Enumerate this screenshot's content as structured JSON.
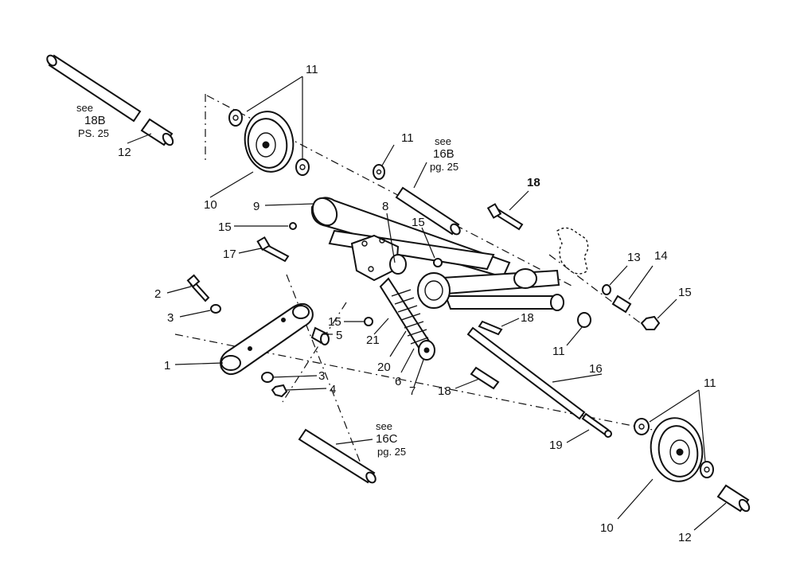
{
  "callouts": {
    "c1": "1",
    "c2": "2",
    "c3a": "3",
    "c3b": "3",
    "c4": "4",
    "c5": "5",
    "c6": "6",
    "c7": "7",
    "c8": "8",
    "c9": "9",
    "c10a": "10",
    "c10b": "10",
    "c11a": "11",
    "c11b": "11",
    "c11c": "11",
    "c11d": "11",
    "c12a": "12",
    "c12b": "12",
    "c13": "13",
    "c14": "14",
    "c15a": "15",
    "c15b": "15",
    "c15c": "15",
    "c15d": "15",
    "c16": "16",
    "c17": "17",
    "c18a": "18",
    "c18b": "18",
    "c18c": "18",
    "c19": "19",
    "c20": "20",
    "c21": "21"
  },
  "references": {
    "ref_18b": {
      "see": "see",
      "part": "18B",
      "page": "PS. 25"
    },
    "ref_16b": {
      "see": "see",
      "part": "16B",
      "page": "pg. 25"
    },
    "ref_16c": {
      "see": "see",
      "part": "16C",
      "page": "pg. 25"
    }
  }
}
